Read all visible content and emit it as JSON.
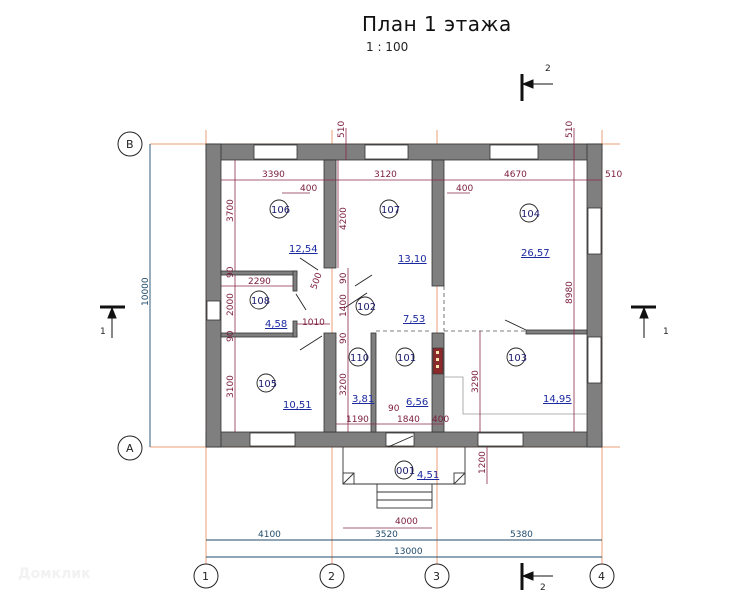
{
  "header": {
    "title": "План 1 этажа",
    "scale": "1 : 100"
  },
  "axes": {
    "vertical": [
      {
        "label": "1"
      },
      {
        "label": "2"
      },
      {
        "label": "3"
      },
      {
        "label": "4"
      }
    ],
    "horizontal": [
      {
        "label": "В"
      },
      {
        "label": "А"
      }
    ]
  },
  "sections": {
    "section1_left": "1",
    "section1_right": "1",
    "section2_top": "2",
    "section2_bottom": "2"
  },
  "rooms": [
    {
      "number": "106",
      "area": "12,54"
    },
    {
      "number": "107",
      "area": "13,10"
    },
    {
      "number": "104",
      "area": "26,57"
    },
    {
      "number": "108",
      "area": "4,58"
    },
    {
      "number": "102",
      "area": "7,53"
    },
    {
      "number": "105",
      "area": "10,51"
    },
    {
      "number": "110",
      "area": "3,81"
    },
    {
      "number": "101",
      "area": "6,56"
    },
    {
      "number": "103",
      "area": "14,95"
    },
    {
      "number": "001",
      "area": "4,51"
    }
  ],
  "dimensions": {
    "top_wall_510_a": "510",
    "top_wall_510_b": "510",
    "right_wall_510": "510",
    "room106_width": "3390",
    "room107_width": "3120",
    "room104_width": "4670",
    "partition_400_a": "400",
    "partition_400_b": "400",
    "room106_height": "3700",
    "room107_height": "4200",
    "room104_height": "8980",
    "room108_width": "2290",
    "room108_height": "2000",
    "door_500": "500",
    "corridor_1010": "1010",
    "corridor_1400": "1400",
    "wall_90_a": "90",
    "wall_90_b": "90",
    "wall_90_c": "90",
    "wall_90_d": "90",
    "wall_90_e": "90",
    "room105_height": "3100",
    "room110_height": "3200",
    "room110_width": "1190",
    "room101_width": "1840",
    "chimney_400": "400",
    "room103_height": "3290",
    "porch_depth": "1200",
    "porch_width": "4000",
    "overall_height": "10000",
    "axis_1_2": "4100",
    "axis_2_3": "3520",
    "axis_3_4": "5380",
    "overall_width": "13000"
  },
  "watermark": "Домклик"
}
